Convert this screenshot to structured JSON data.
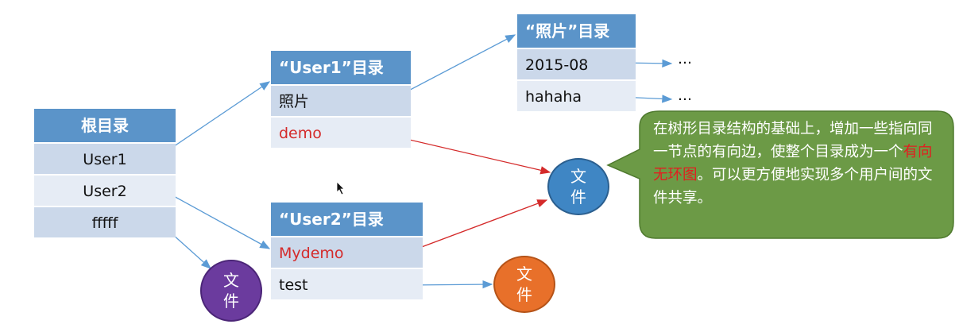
{
  "root_table": {
    "header": "根目录",
    "rows": [
      "User1",
      "User2",
      "fffff"
    ]
  },
  "user1_table": {
    "header": "“User1”目录",
    "rows": [
      "照片",
      "demo"
    ]
  },
  "user2_table": {
    "header": "“User2”目录",
    "rows": [
      "Mydemo",
      "test"
    ]
  },
  "photo_table": {
    "header": "“照片”目录",
    "rows": [
      "2015-08",
      "hahaha"
    ],
    "ellipsis": [
      "…",
      "…"
    ]
  },
  "file_nodes": {
    "purple": {
      "label": "文件",
      "color": "#6b3b9e"
    },
    "orange": {
      "label": "文件",
      "color": "#e8702a"
    },
    "blue": {
      "label": "文件",
      "color": "#3f86c4"
    }
  },
  "callout": {
    "text_before": "在树形目录结构的基础上，增加一些指向同一节点的有向边，使整个目录成为一个",
    "highlight": "有向无环图",
    "text_after": "。可以更方便地实现多个用户间的文件共享。",
    "fill": "#6c9a46"
  },
  "colors": {
    "header": "#5b94c9",
    "arrow_blue": "#5b9bd5",
    "arrow_red": "#d42a2a",
    "highlight": "#e02020"
  }
}
